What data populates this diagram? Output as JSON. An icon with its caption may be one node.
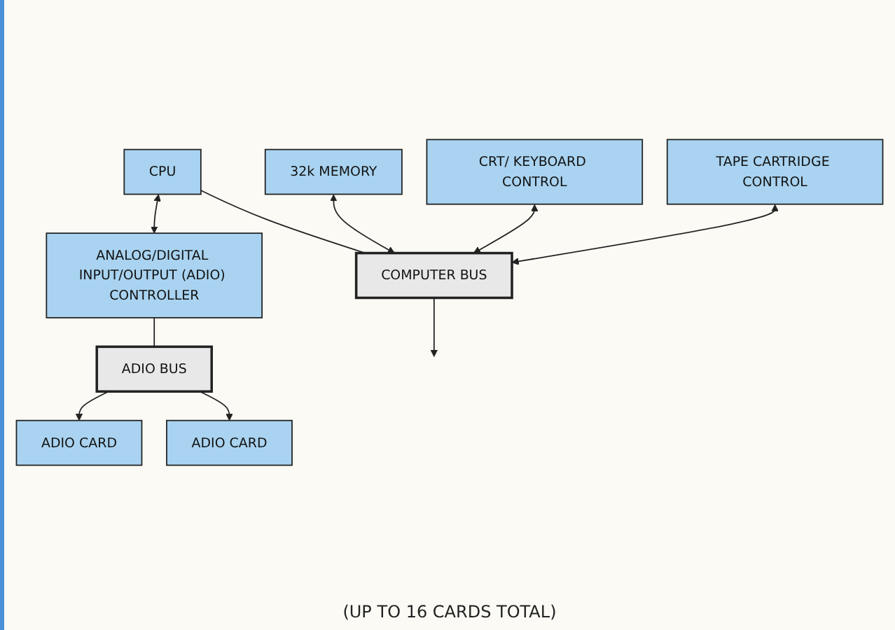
{
  "diagram": {
    "nodes": [
      {
        "text": [
          "CPU"
        ]
      },
      {
        "text": [
          "32k MEMORY"
        ]
      },
      {
        "text": [
          "CRT/ KEYBOARD CONTROL"
        ]
      },
      {
        "text": [
          "TAPE CARTRIDGE CONTROL"
        ]
      },
      {
        "text": [
          "COMPUTER BUS"
        ]
      },
      {
        "text": [
          "ANALOG/DIGITAL INPUT/OUTPUT (ADIO) CONTROLLER"
        ]
      },
      {
        "text": [
          "ADIO BUS"
        ]
      },
      {
        "text": [
          "ADIO CARD"
        ]
      },
      {
        "text": [
          "ADIO CARD"
        ]
      }
    ],
    "edges": [
      {
        "from": 0,
        "to": 5,
        "arrow": "both"
      },
      {
        "from": 0,
        "to": 4,
        "arrow": "none"
      },
      {
        "from": 1,
        "to": 4,
        "arrow": "both"
      },
      {
        "from": 2,
        "to": 4,
        "arrow": "both"
      },
      {
        "from": 3,
        "to": 4,
        "arrow": "both"
      },
      {
        "from": 4,
        "to": null,
        "arrow": "to"
      },
      {
        "from": 5,
        "to": 6,
        "arrow": "none"
      },
      {
        "from": 6,
        "to": 7,
        "arrow": "to"
      },
      {
        "from": 6,
        "to": 8,
        "arrow": "to"
      }
    ],
    "labels": [
      "(UP TO 16 CARDS TOTAL)"
    ]
  }
}
